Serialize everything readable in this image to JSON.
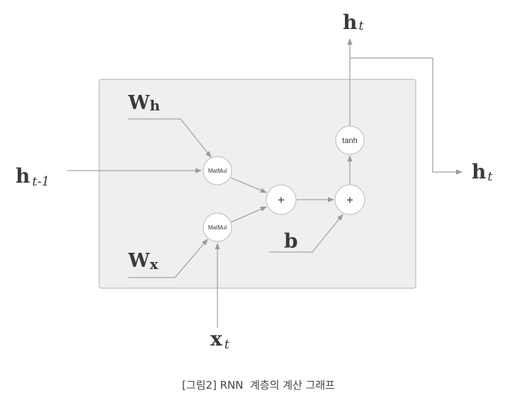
{
  "diagram": {
    "labels": {
      "h_prev": {
        "base": "h",
        "sub": "t-1"
      },
      "h_out_top": {
        "base": "h",
        "sub": "t"
      },
      "h_out_right": {
        "base": "h",
        "sub": "t"
      },
      "w_h": {
        "base": "W",
        "sub": "h"
      },
      "w_x": {
        "base": "W",
        "sub": "x"
      },
      "x_t": {
        "base": "x",
        "sub": "t"
      },
      "b": "b"
    },
    "nodes": {
      "matmul_top": "MatMul",
      "matmul_bottom": "MatMul",
      "add_first": "+",
      "add_second": "+",
      "tanh": "tanh"
    }
  },
  "caption": "[그림2] RNN  계층의 계산 그래프"
}
